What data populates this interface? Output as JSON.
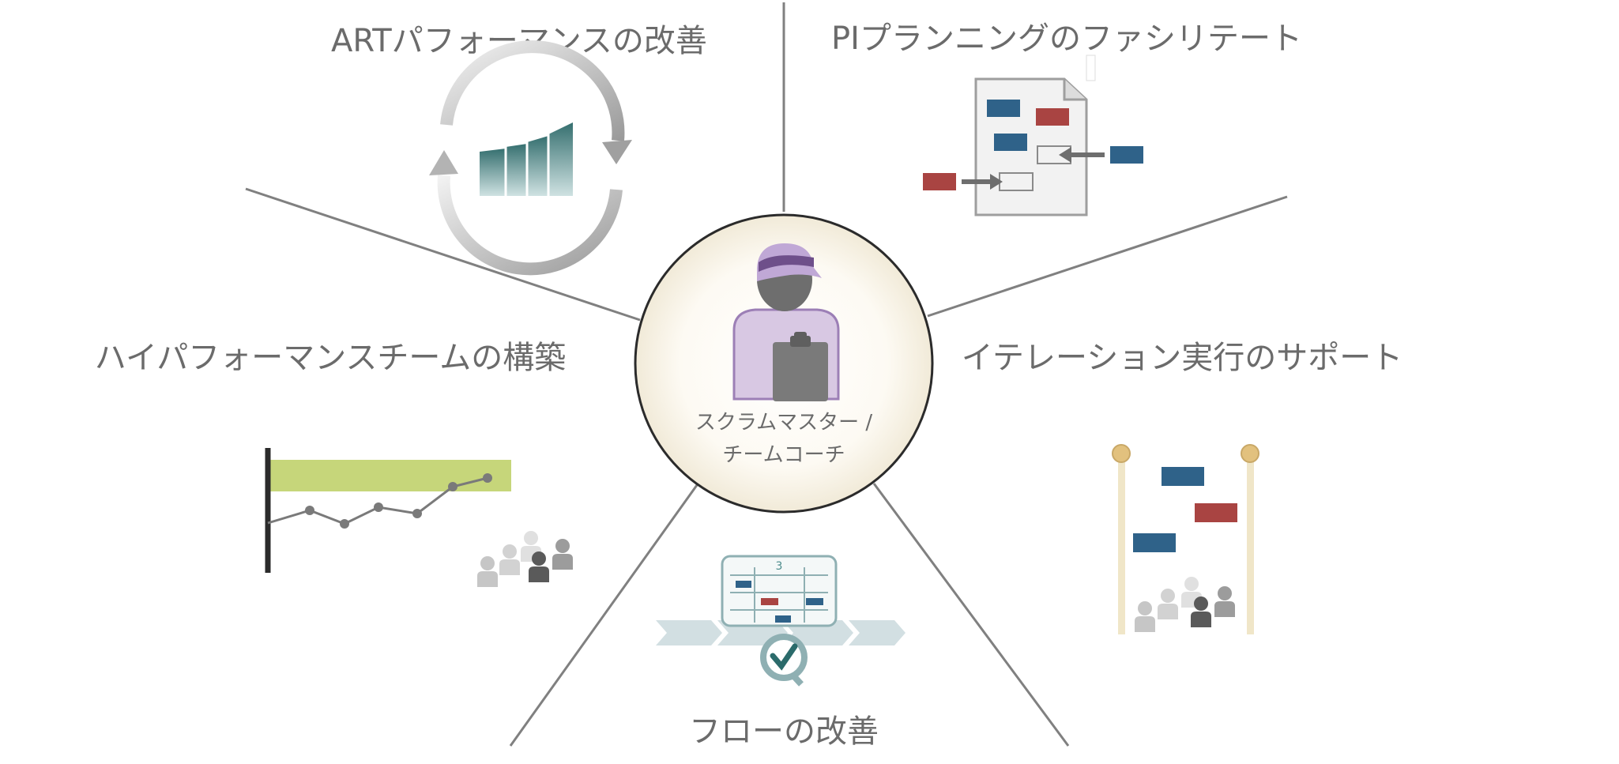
{
  "center": {
    "label_line1": "スクラムマスター /",
    "label_line2": "チームコーチ"
  },
  "sections": {
    "art_performance": "ARTパフォーマンスの改善",
    "pi_planning": "PIプランニングのファシリテート",
    "high_performance_team": "ハイパフォーマンスチームの構築",
    "iteration_support": "イテレーション実行のサポート",
    "flow": "フローの改善"
  },
  "calendar_icon": {
    "day": "3"
  },
  "colors": {
    "blue": "#2f6289",
    "red": "#a94442",
    "teal": "#3d7a7a",
    "green": "#c6d67a",
    "purple": "#c9b6d6",
    "gray": "#7a7a7a",
    "line": "#808080"
  }
}
